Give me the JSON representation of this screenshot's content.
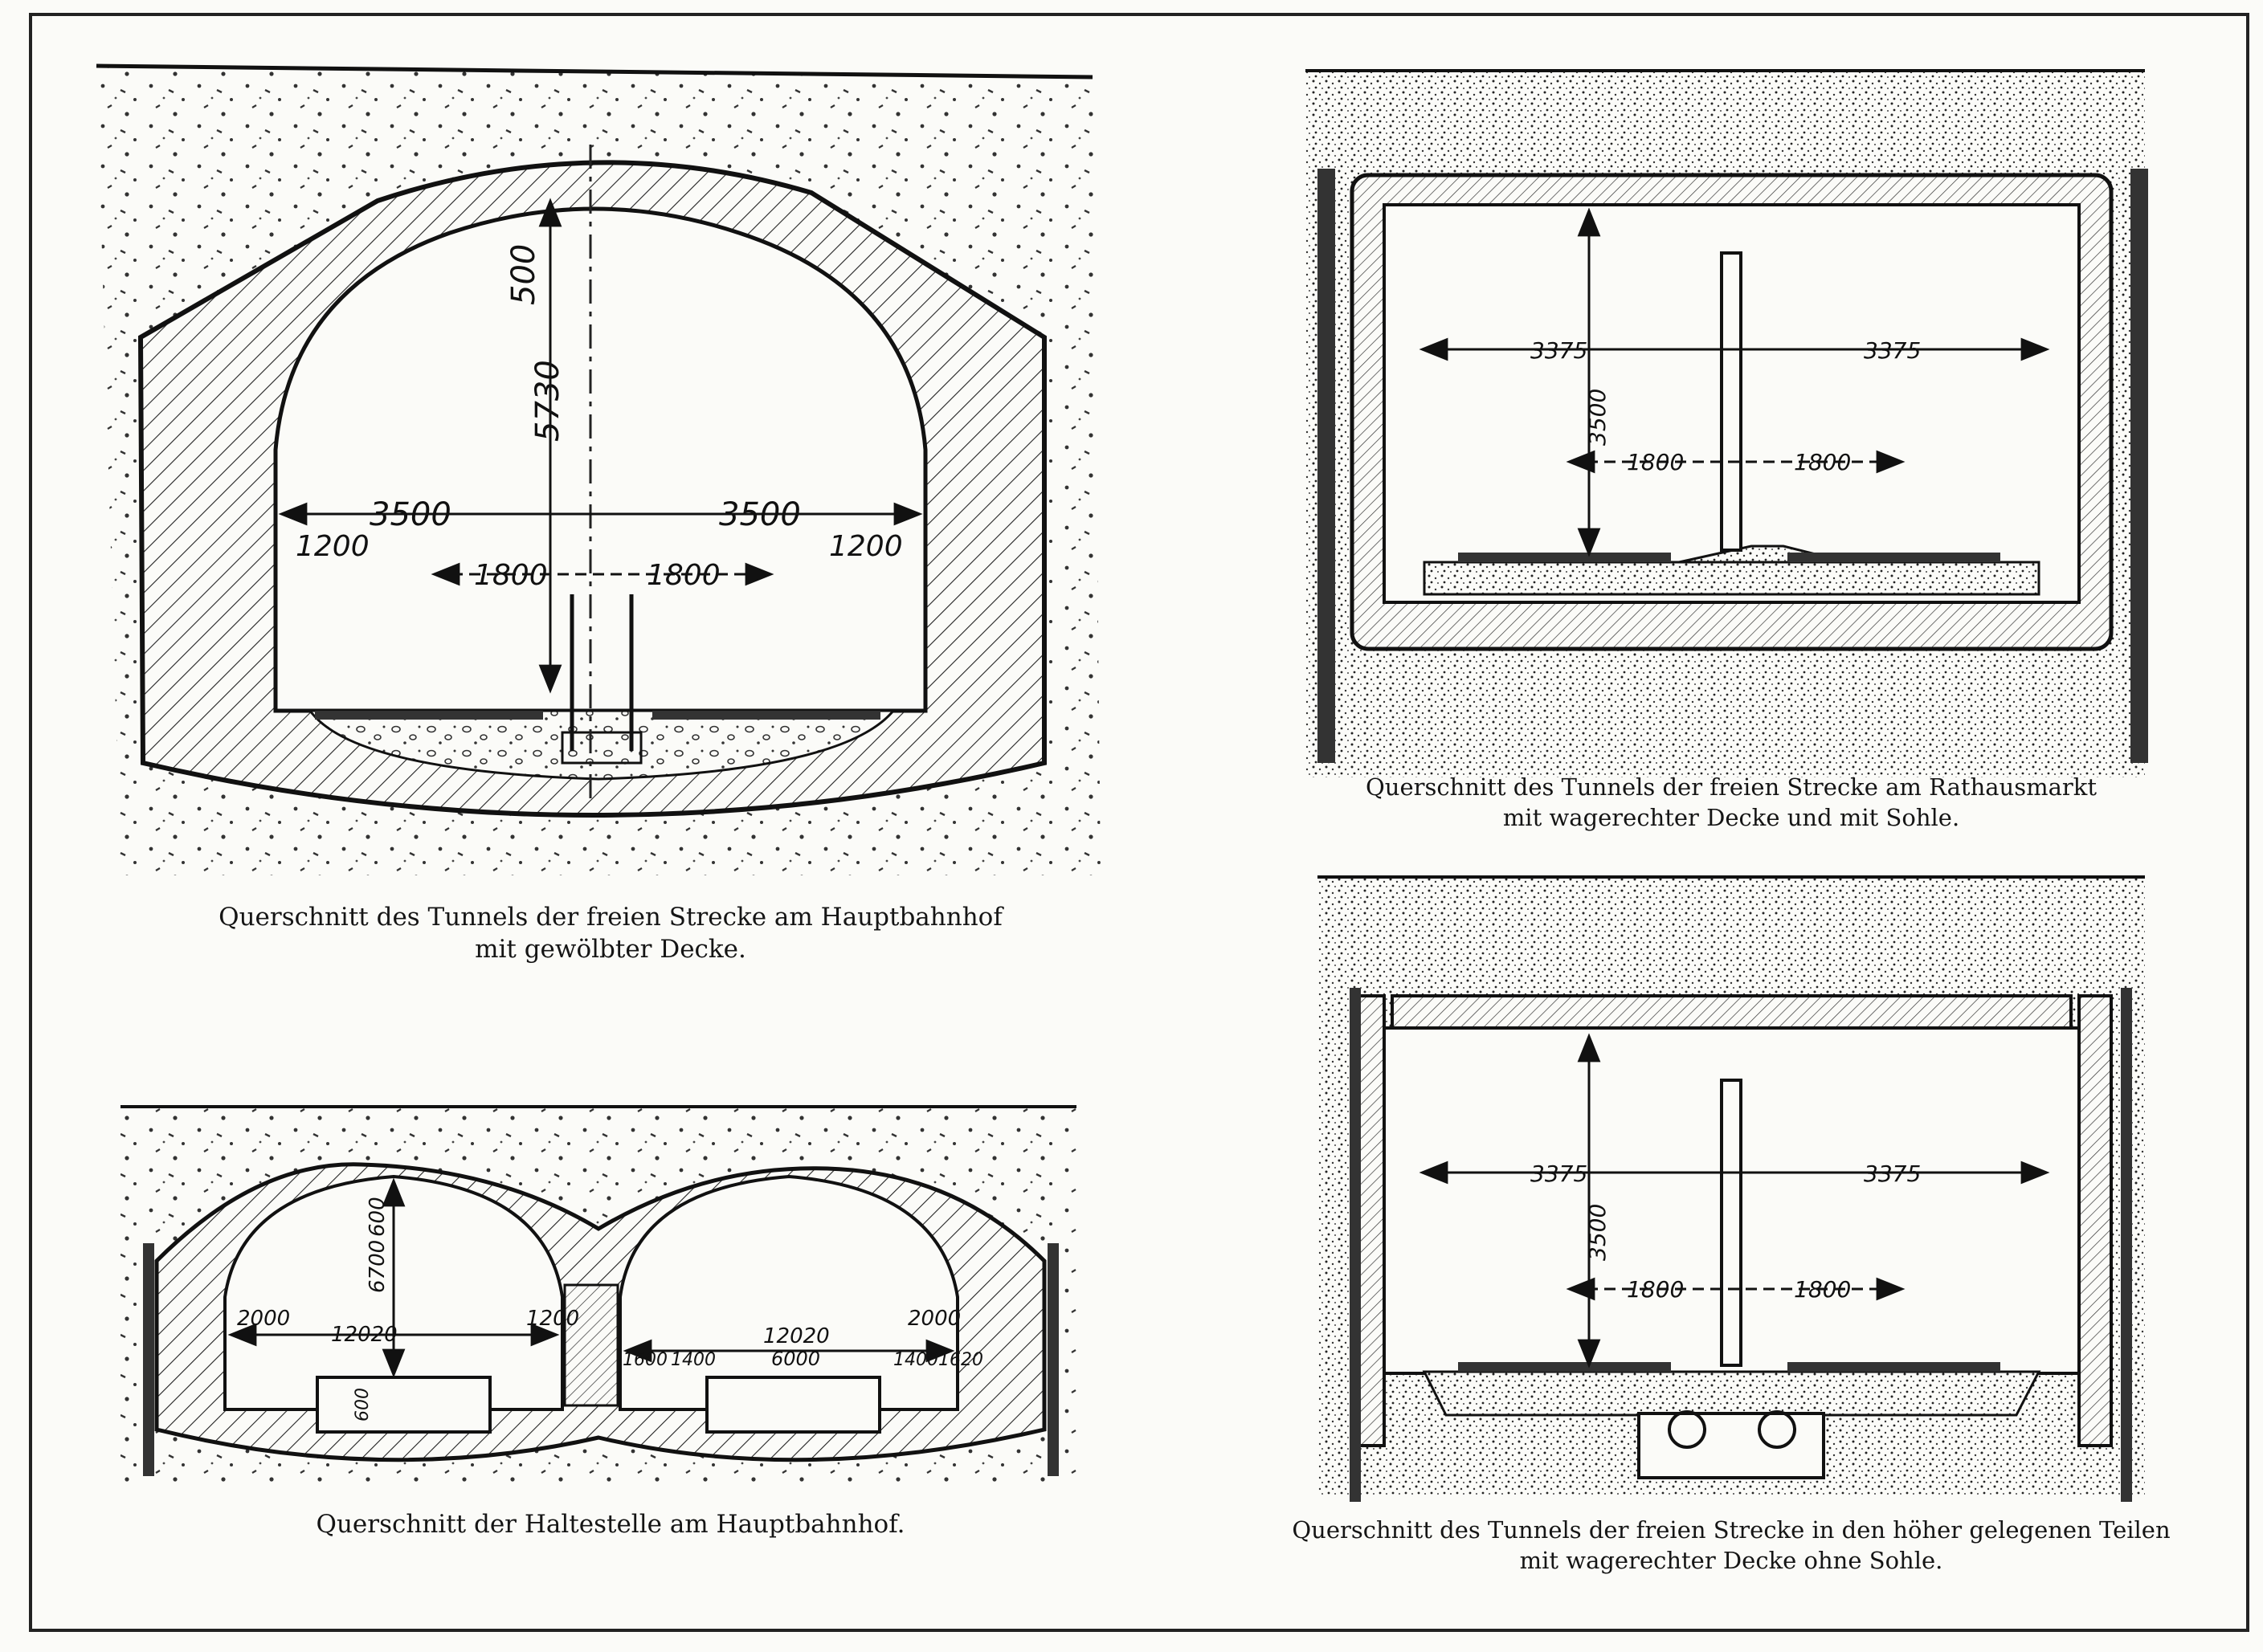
{
  "diagrams": {
    "hauptbahnhof": {
      "caption": [
        "Querschnitt des Tunnels der freien Strecke am Hauptbahnhof",
        "mit gewölbter Decke."
      ],
      "dims": {
        "crown": "500",
        "height": "5730",
        "half_width_left": "3500",
        "half_width_right": "3500",
        "wall_left": "1200",
        "wall_right": "1200",
        "track_left": "1800",
        "track_right": "1800"
      }
    },
    "rathausmarkt": {
      "caption": [
        "Querschnitt des Tunnels der freien Strecke am Rathausmarkt",
        "mit wagerechter Decke und mit Sohle."
      ],
      "dims": {
        "half_width_left": "3375",
        "half_width_right": "3375",
        "height": "3500",
        "track_left": "1800",
        "track_right": "1800"
      }
    },
    "haltestelle": {
      "caption": [
        "Querschnitt der Haltestelle am Hauptbahnhof."
      ],
      "dims": {
        "crown": "600",
        "height": "6700",
        "span_left": "12020",
        "span_right": "12020",
        "wall_left": "2000",
        "wall_right": "2000",
        "pillar": "1200",
        "platform": "6000",
        "edge_a": "1600",
        "edge_b": "1400",
        "edge_c": "1400",
        "edge_d": "1620",
        "sump": "600"
      }
    },
    "hoeher": {
      "caption": [
        "Querschnitt des Tunnels der freien Strecke in den höher gelegenen Teilen",
        "mit wagerechter Decke ohne Sohle."
      ],
      "dims": {
        "half_width_left": "3375",
        "half_width_right": "3375",
        "height": "3500",
        "track_left": "1800",
        "track_right": "1800"
      }
    }
  }
}
